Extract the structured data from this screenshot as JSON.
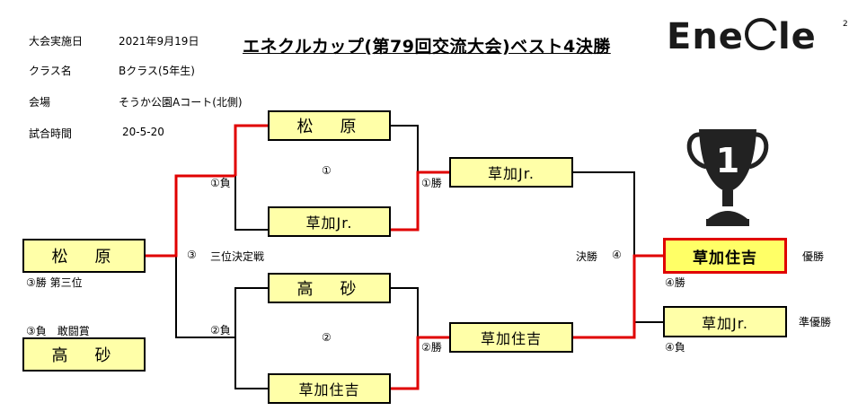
{
  "info": {
    "event_label": "大会実施日",
    "event_value": "2021年9月19日",
    "class_label": "クラス名",
    "class_value": "Bクラス(5年生)",
    "venue_label": "会場",
    "venue_value": "そうか公園Aコート(北側)",
    "time_label": "試合時間",
    "time_value": "20-5-20"
  },
  "title": "エネクルカップ(第79回交流大会)ベスト4決勝",
  "logo": {
    "pre": "Ene",
    "post": "le"
  },
  "corner_mark": "2",
  "teams": {
    "sf1_top": "松　原",
    "sf1_bottom": "草加Jr.",
    "sf2_top": "高　砂",
    "sf2_bottom": "草加住吉",
    "sf1_winner": "草加Jr.",
    "sf2_winner": "草加住吉",
    "third_winner": "松　原",
    "third_loser": "高　砂",
    "champion": "草加住吉",
    "runner_up": "草加Jr."
  },
  "labels": {
    "m1": "①",
    "m2": "②",
    "m1_lose": "①負",
    "m1_win": "①勝",
    "m2_lose": "②負",
    "m2_win": "②勝",
    "m3_num": "③",
    "m3_name": "三位決定戦",
    "m3_win": "③勝 第三位",
    "m3_lose": "③負　敢闘賞",
    "final_name": "決勝",
    "final_num": "④",
    "m4_win": "④勝",
    "m4_lose": "④負",
    "champion_title": "優勝",
    "runner_title": "準優勝"
  },
  "trophy": {
    "number": "1"
  },
  "colors": {
    "win_line": "#e00000",
    "lose_line": "#000000",
    "box_fill": "#ffffa8",
    "champion_border": "#e00000"
  }
}
